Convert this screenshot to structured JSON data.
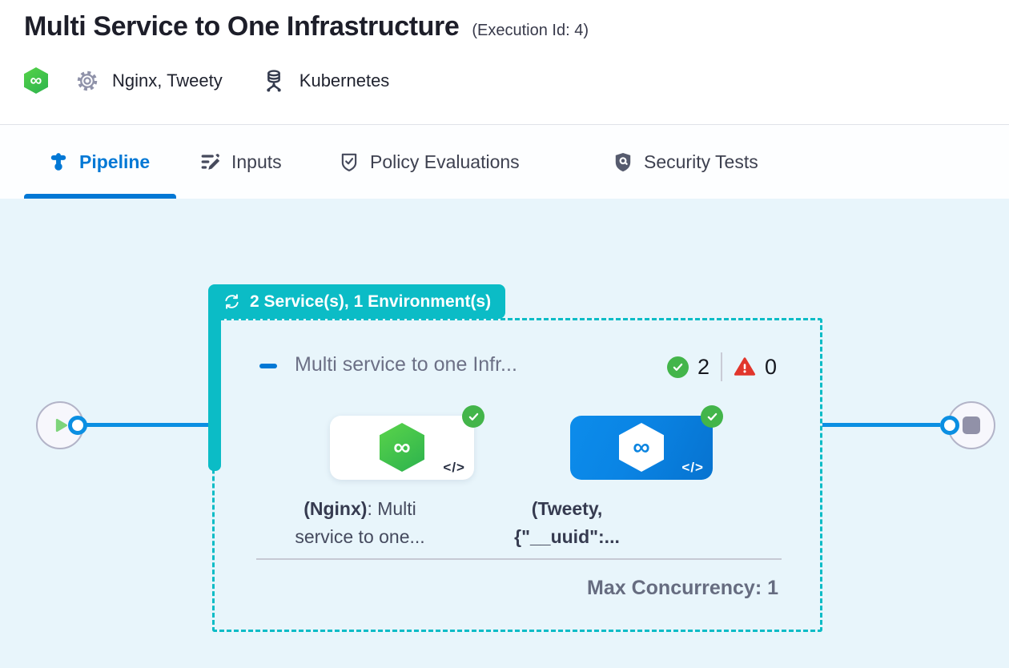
{
  "header": {
    "title": "Multi Service to One Infrastructure",
    "execution_id": "(Execution Id: 4)",
    "services": "Nginx, Tweety",
    "infrastructure": "Kubernetes"
  },
  "tabs": [
    {
      "label": "Pipeline",
      "icon": "pipeline-icon",
      "active": true
    },
    {
      "label": "Inputs",
      "icon": "inputs-icon",
      "active": false
    },
    {
      "label": "Policy Evaluations",
      "icon": "policy-check-icon",
      "active": false
    },
    {
      "label": "Security Tests",
      "icon": "security-shield-icon",
      "active": false
    }
  ],
  "pipeline": {
    "group_badge": "2 Service(s), 1 Environment(s)",
    "stage": {
      "title": "Multi service to one Infr...",
      "success_count": "2",
      "failure_count": "0",
      "max_concurrency": "Max Concurrency: 1",
      "nodes": [
        {
          "service": "Nginx",
          "label_bold": "(Nginx)",
          "label_rest": ": Multi service to one...",
          "status": "success"
        },
        {
          "service": "Tweety",
          "label_bold": "(Tweety, {\"__uuid\":...",
          "label_rest": "",
          "status": "success"
        }
      ]
    }
  },
  "icons": {
    "infinity": "∞",
    "code": "</>"
  },
  "colors": {
    "accent_teal": "#0bbcc6",
    "primary_blue": "#0278d5",
    "edge_blue": "#0b8fe2",
    "success_green": "#43b54a",
    "error_red": "#e1362c",
    "harness_green": "#3fc64b",
    "canvas_bg": "#e8f5fb"
  }
}
